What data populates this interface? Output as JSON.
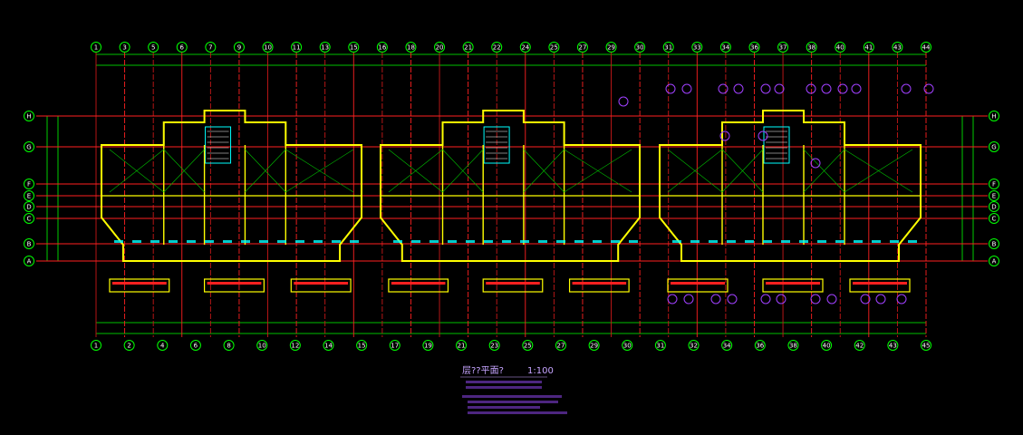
{
  "drawing": {
    "title": "层??平面?",
    "scale": "1:100",
    "axes_columns_top": [
      "1",
      "3",
      "5",
      "6",
      "7",
      "9",
      "10",
      "11",
      "13",
      "15",
      "16",
      "18",
      "20",
      "21",
      "22",
      "24",
      "25",
      "27",
      "29",
      "30",
      "31",
      "33",
      "34",
      "36",
      "37",
      "38",
      "40",
      "41",
      "43",
      "44"
    ],
    "axes_columns_bottom": [
      "1",
      "2",
      "4",
      "6",
      "8",
      "10",
      "12",
      "14",
      "15",
      "17",
      "19",
      "21",
      "23",
      "25",
      "27",
      "29",
      "30",
      "31",
      "32",
      "34",
      "36",
      "38",
      "40",
      "42",
      "43",
      "45"
    ],
    "axes_rows_left": [
      "H",
      "G",
      "F",
      "E",
      "D",
      "C",
      "B",
      "A"
    ],
    "axes_rows_right": [
      "H",
      "G",
      "F",
      "E",
      "D",
      "C",
      "B",
      "A"
    ],
    "colors": {
      "background": "#000000",
      "axis_bubble": "#00ff00",
      "walls": "#ffff00",
      "grid_red": "#ff2020",
      "dims": "#00ff00",
      "detail": "#00ffff",
      "tags": "#a040ff",
      "white": "#ffffff"
    }
  }
}
